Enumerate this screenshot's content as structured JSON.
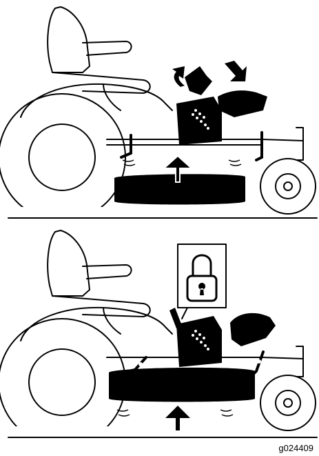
{
  "figure": {
    "code": "g024409",
    "panels": [
      {
        "name": "deck-raise-step",
        "lock_icon": false
      },
      {
        "name": "deck-locked-step",
        "lock_icon": true
      }
    ]
  },
  "colors": {
    "ink": "#000000",
    "paper": "#ffffff"
  },
  "icons": [
    "up-arrow-icon",
    "down-arrow-icon",
    "curved-arrow-icon",
    "padlock-icon"
  ]
}
